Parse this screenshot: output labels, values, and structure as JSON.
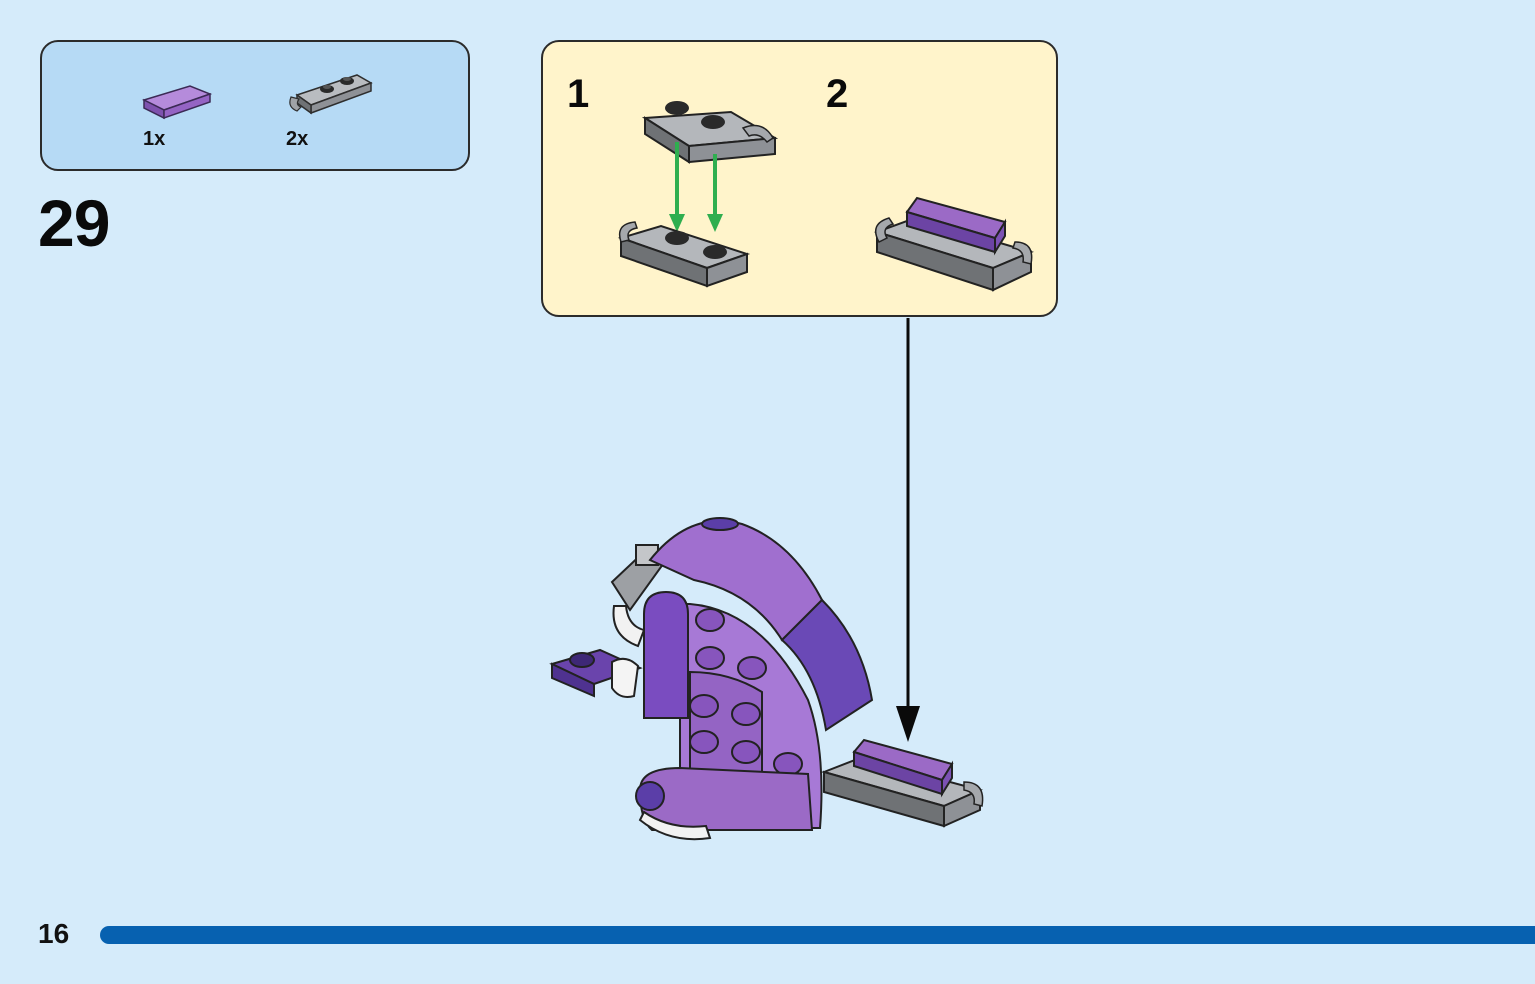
{
  "parts_list": {
    "items": [
      {
        "name": "purple-tile-1x2",
        "qty": "1x",
        "color": "#9b6ac6"
      },
      {
        "name": "gray-plate-with-clips",
        "qty": "2x",
        "color": "#8e9196"
      }
    ]
  },
  "step": {
    "number": "29"
  },
  "sub_assembly": {
    "steps": [
      {
        "label": "1"
      },
      {
        "label": "2"
      }
    ]
  },
  "colors": {
    "background": "#d5ebfa",
    "parts_box": "#b6daf5",
    "sub_box": "#fff4cb",
    "accent_blue": "#0761b0",
    "arrow_green": "#2fae4f",
    "purple": "#9b6ac6",
    "dark_purple": "#5b3ea8",
    "gray": "#8e9196"
  },
  "footer": {
    "page_number": "16"
  }
}
